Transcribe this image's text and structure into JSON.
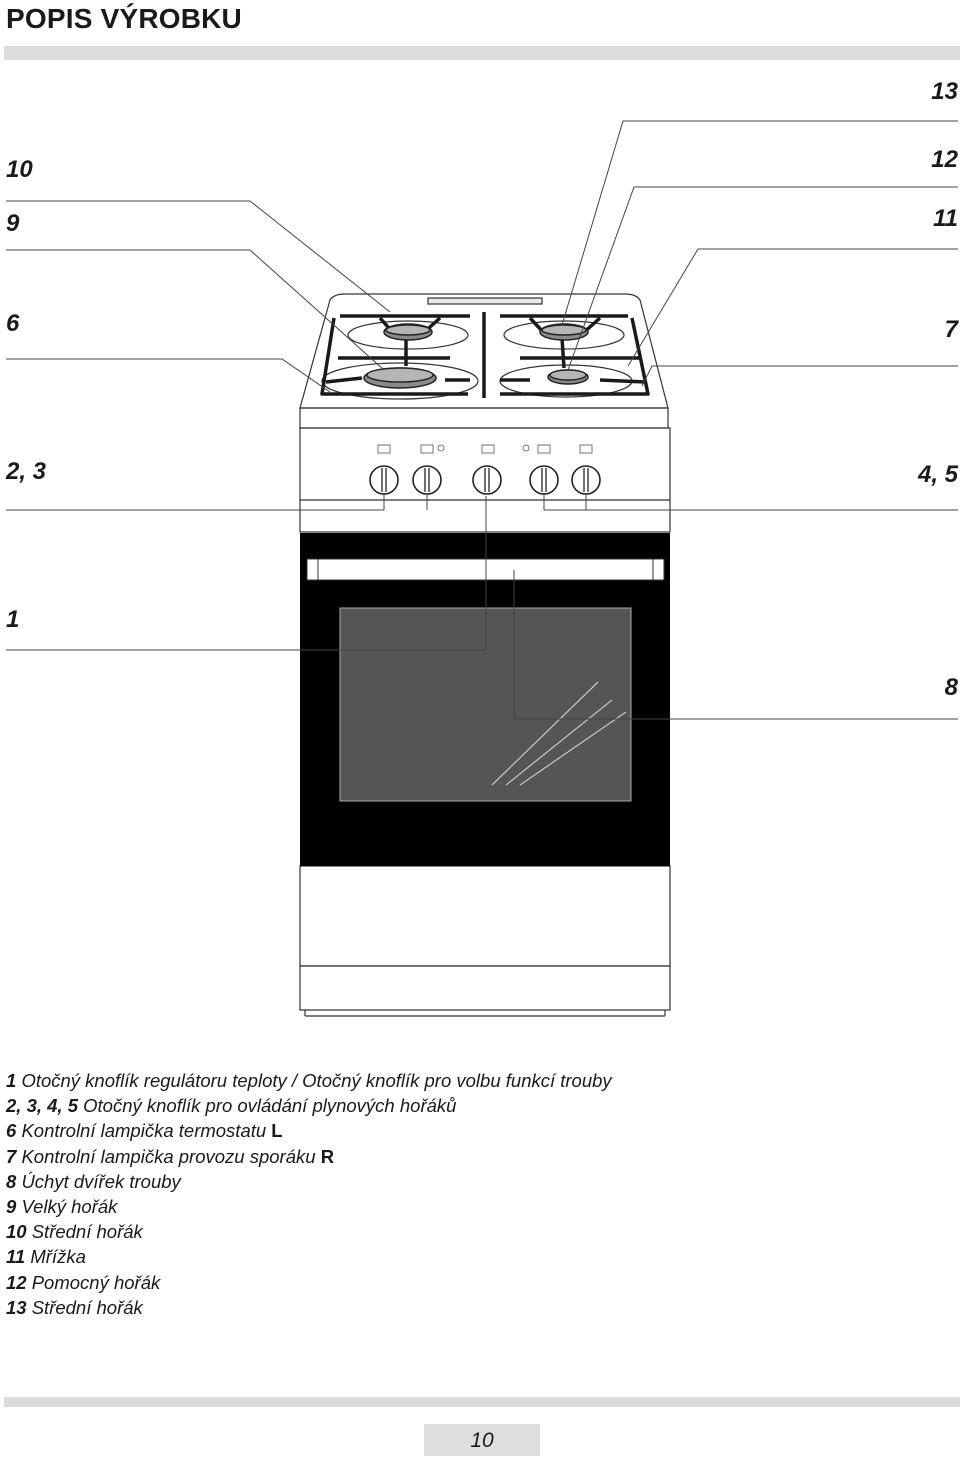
{
  "header": {
    "title": "POPIS VÝROBKU"
  },
  "callouts": {
    "c10": "10",
    "c9": "9",
    "c6": "6",
    "c23": "2, 3",
    "c1": "1",
    "c13": "13",
    "c12": "12",
    "c11": "11",
    "c7": "7",
    "c45": "4, 5",
    "c8": "8"
  },
  "legend": [
    {
      "num": "1",
      "text": "Otočný knoflík regulátoru teploty / Otočný knoflík pro volbu funkcí trouby",
      "suffix": ""
    },
    {
      "num": "2, 3, 4, 5",
      "text": "Otočný knoflík pro ovládání plynových hořáků",
      "suffix": ""
    },
    {
      "num": "6",
      "text": "Kontrolní lampička termostatu",
      "suffix": "L"
    },
    {
      "num": "7",
      "text": "Kontrolní lampička provozu sporáku",
      "suffix": "R"
    },
    {
      "num": "8",
      "text": "Úchyt dvířek trouby",
      "suffix": ""
    },
    {
      "num": "9",
      "text": "Velký hořák",
      "suffix": ""
    },
    {
      "num": "10",
      "text": "Střední hořák",
      "suffix": ""
    },
    {
      "num": "11",
      "text": "Mřížka",
      "suffix": ""
    },
    {
      "num": "12",
      "text": "Pomocný hořák",
      "suffix": ""
    },
    {
      "num": "13",
      "text": "Střední hořák",
      "suffix": ""
    }
  ],
  "footer": {
    "page_number": "10"
  }
}
